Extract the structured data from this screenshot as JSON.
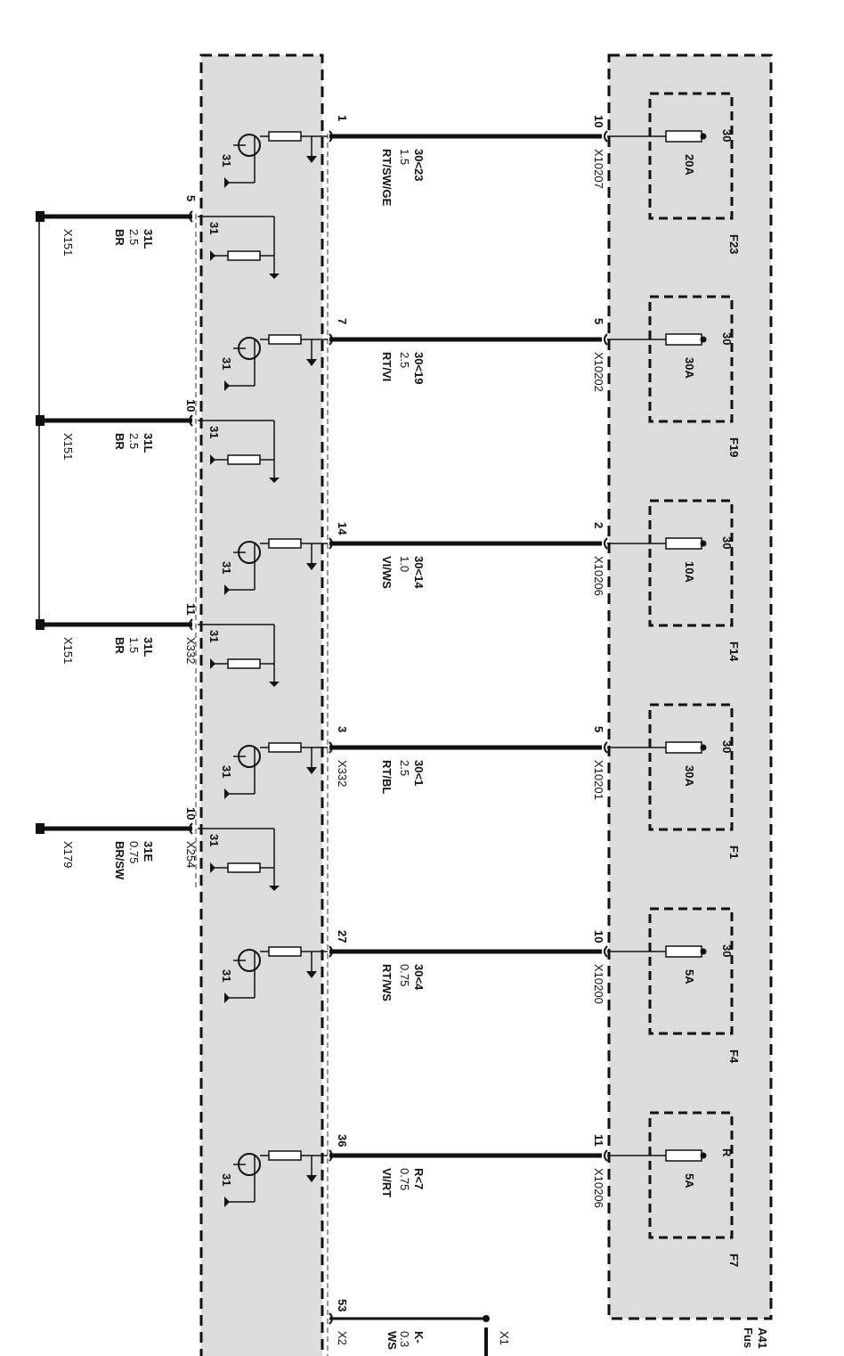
{
  "module_left": {
    "ground_label": "31"
  },
  "fuse_box": {
    "id": "A41",
    "name": "Fus"
  },
  "outputs": [
    {
      "pin": "1",
      "circuit": "30<23",
      "size": "1.5",
      "color": "RT/SW/GE",
      "conn_pin": "10",
      "connector": "X10207",
      "fuse_term": "30",
      "rating": "20A",
      "fuse": "F23"
    },
    {
      "pin": "7",
      "circuit": "30<19",
      "size": "2.5",
      "color": "RT/VI",
      "conn_pin": "5",
      "connector": "X10202",
      "fuse_term": "30",
      "rating": "30A",
      "fuse": "F19"
    },
    {
      "pin": "14",
      "circuit": "30<14",
      "size": "1.0",
      "color": "VI/WS",
      "conn_pin": "2",
      "connector": "X10206",
      "fuse_term": "30",
      "rating": "10A",
      "fuse": "F14"
    },
    {
      "pin": "3",
      "circuit": "30<1",
      "size": "2.5",
      "color": "RT/BL",
      "conn_pin": "5",
      "connector": "X10201",
      "fuse_term": "30",
      "rating": "30A",
      "fuse": "F1",
      "pin_connector": "X332"
    },
    {
      "pin": "27",
      "circuit": "30<4",
      "size": "0.75",
      "color": "RT/WS",
      "conn_pin": "10",
      "connector": "X10200",
      "fuse_term": "30",
      "rating": "5A",
      "fuse": "F4"
    },
    {
      "pin": "36",
      "circuit": "R<7",
      "size": "0.75",
      "color": "VI/RT",
      "conn_pin": "11",
      "connector": "X10206",
      "fuse_term": "R",
      "rating": "5A",
      "fuse": "F7"
    }
  ],
  "grounds": [
    {
      "pin": "5",
      "circuit": "31L",
      "size": "2.5",
      "color": "BR",
      "end": "X151",
      "pin_connector": ""
    },
    {
      "pin": "10",
      "circuit": "31L",
      "size": "2.5",
      "color": "BR",
      "end": "X151",
      "pin_connector": ""
    },
    {
      "pin": "11",
      "circuit": "31L",
      "size": "1.5",
      "color": "BR",
      "end": "X151",
      "pin_connector": "X332"
    },
    {
      "pin": "10",
      "circuit": "31E",
      "size": "0.75",
      "color": "BR/SW",
      "end": "X179",
      "pin_connector": "X254"
    }
  ],
  "bottom_wire": {
    "pin": "53",
    "connector": "X2",
    "circuit": "K-",
    "size": "0.3",
    "color": "WS",
    "end": "X1"
  }
}
